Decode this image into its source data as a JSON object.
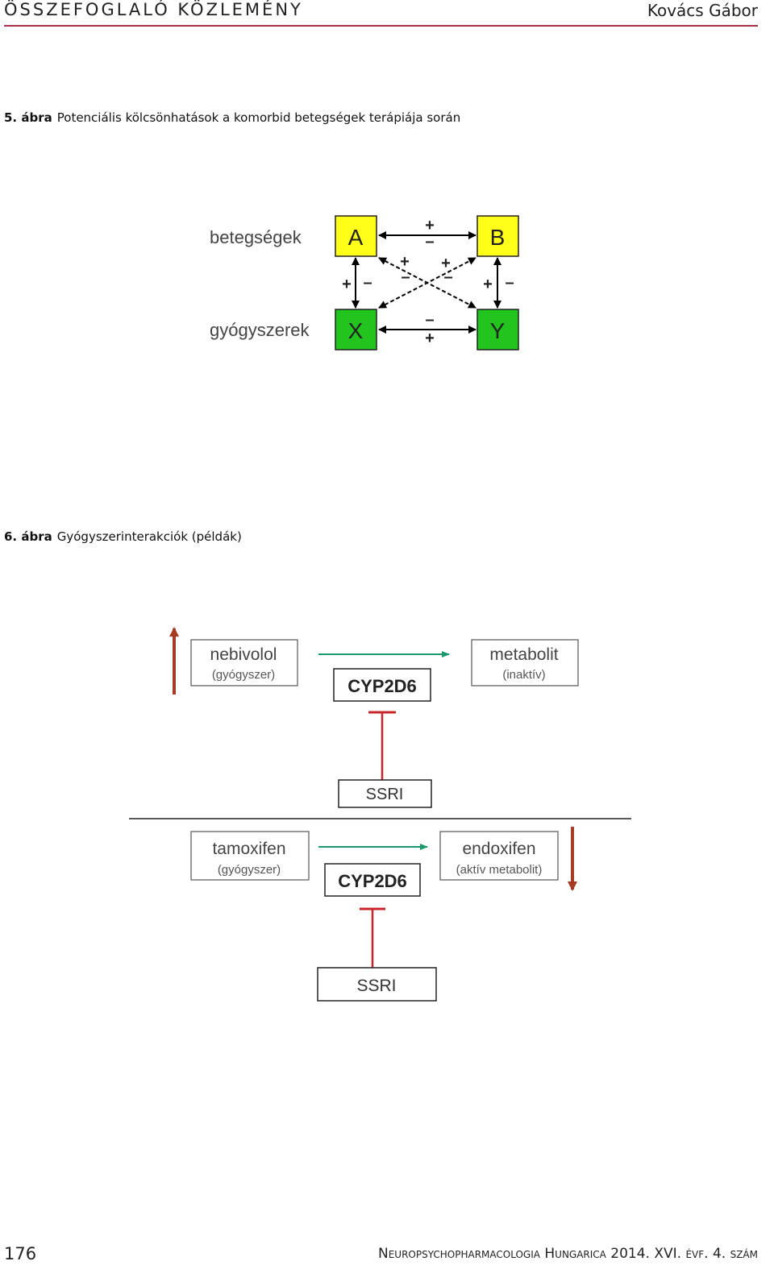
{
  "header": {
    "section": "ÖSSZEFOGLALÓ KÖZLEMÉNY",
    "author": "Kovács Gábor"
  },
  "figure5": {
    "number": "5. ábra",
    "caption": "Potenciális kölcsönhatások a komorbid betegségek terápiája során",
    "row_label_top": "betegségek",
    "row_label_bottom": "gyógyszerek",
    "box_a": "A",
    "box_b": "B",
    "box_x": "X",
    "box_y": "Y",
    "sign_plus": "+",
    "sign_minus": "–",
    "colors": {
      "disease": "#ffff1a",
      "drug": "#22c41e"
    }
  },
  "figure6": {
    "number": "6. ábra",
    "caption": "Gyógyszerinterakciók (példák)",
    "top": {
      "drug": "nebivolol",
      "drug_note": "(gyógyszer)",
      "metabolite": "metabolit",
      "metabolite_note": "(inaktív)",
      "enzyme": "CYP2D6",
      "inhibitor": "SSRI"
    },
    "bottom": {
      "drug": "tamoxifen",
      "drug_note": "(gyógyszer)",
      "metabolite": "endoxifen",
      "metabolite_note": "(aktív metabolit)",
      "enzyme": "CYP2D6",
      "inhibitor": "SSRI"
    },
    "colors": {
      "arrow_green": "#1a9a6a",
      "inhibit_red": "#c8262b",
      "level_arrow": "#a63a22"
    }
  },
  "footer": {
    "page": "176",
    "journal": "Neuropsychopharmacologia Hungarica 2014. XVI. évf. 4. szám"
  }
}
